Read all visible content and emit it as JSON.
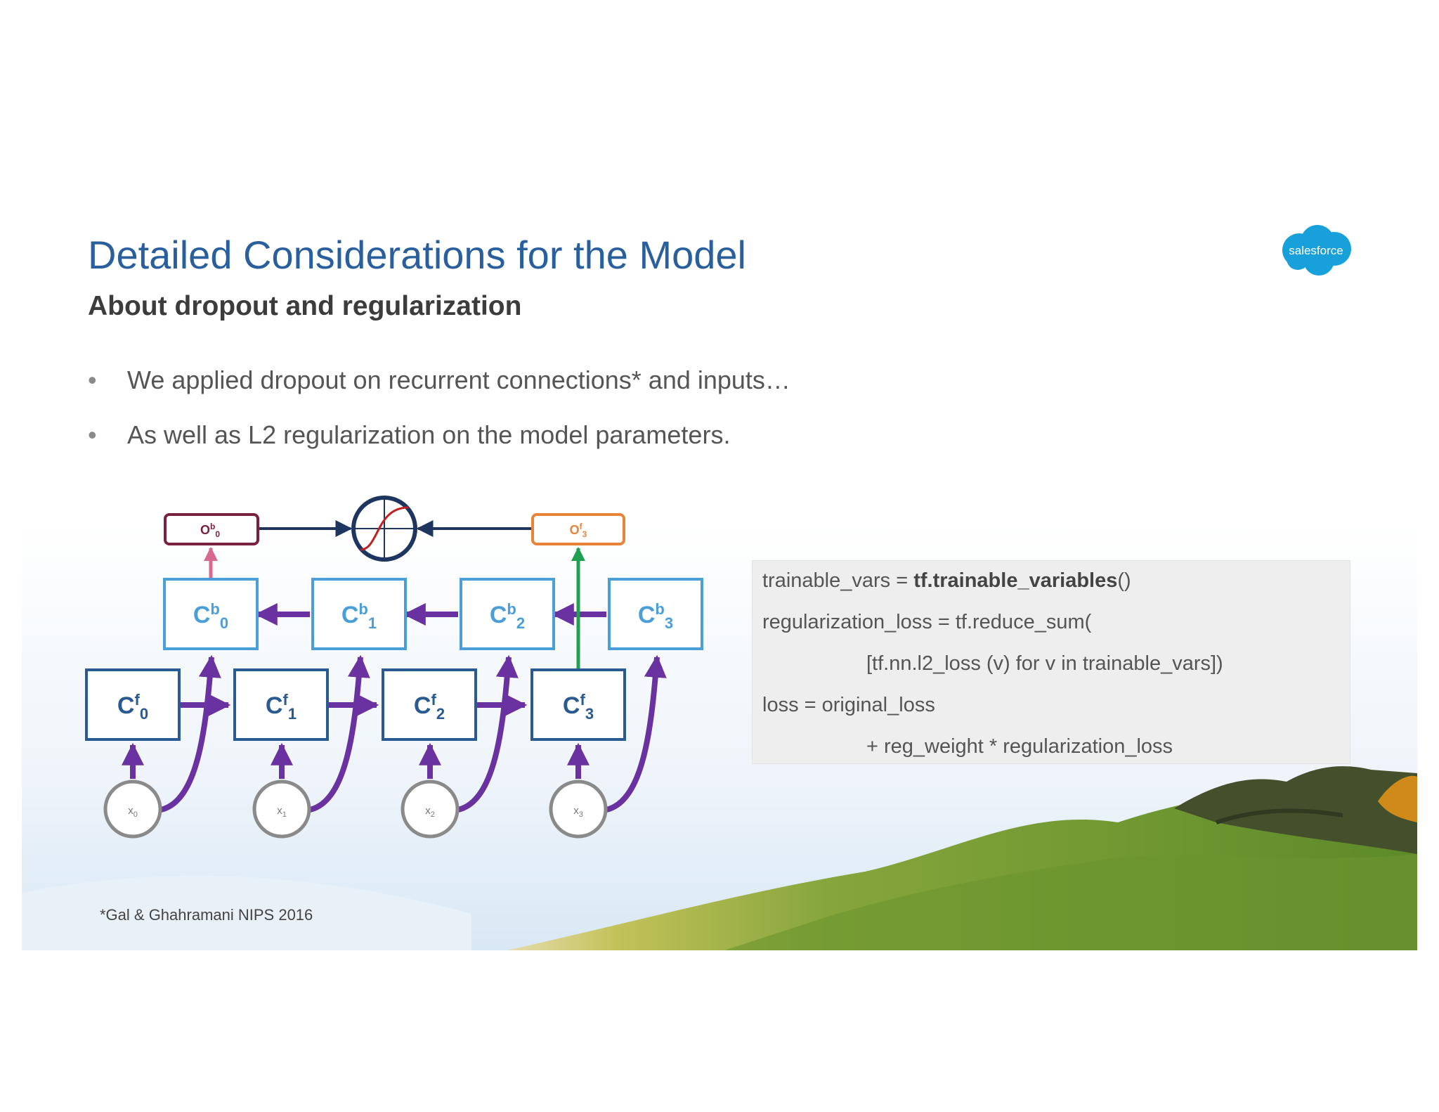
{
  "slide": {
    "title": "Detailed Considerations for the Model",
    "subtitle": "About dropout and regularization",
    "bullets": [
      "We applied dropout on recurrent connections* and inputs…",
      "As well as L2 regularization on the model parameters."
    ],
    "bullet_marker": "•",
    "footnote": "*Gal & Ghahramani NIPS 2016",
    "logo_text": "salesforce"
  },
  "diagram": {
    "output_nodes": [
      {
        "base": "O",
        "sup": "b",
        "sub": "0"
      },
      {
        "base": "O",
        "sup": "f",
        "sub": "3"
      }
    ],
    "backward_cells": [
      {
        "base": "C",
        "sup": "b",
        "sub": "0"
      },
      {
        "base": "C",
        "sup": "b",
        "sub": "1"
      },
      {
        "base": "C",
        "sup": "b",
        "sub": "2"
      },
      {
        "base": "C",
        "sup": "b",
        "sub": "3"
      }
    ],
    "forward_cells": [
      {
        "base": "C",
        "sup": "f",
        "sub": "0"
      },
      {
        "base": "C",
        "sup": "f",
        "sub": "1"
      },
      {
        "base": "C",
        "sup": "f",
        "sub": "2"
      },
      {
        "base": "C",
        "sup": "f",
        "sub": "3"
      }
    ],
    "inputs": [
      {
        "base": "x",
        "sub": "0"
      },
      {
        "base": "x",
        "sub": "1"
      },
      {
        "base": "x",
        "sub": "2"
      },
      {
        "base": "x",
        "sub": "3"
      }
    ],
    "colors": {
      "forward_cell": "#2a5a92",
      "backward_cell": "#4a9fd8",
      "purple_arrow": "#6a32a0",
      "output_b": "#7a2040",
      "output_f": "#e8843a",
      "pink_arrow": "#d86a90",
      "green_arrow": "#20a050",
      "sigmoid_ring": "#1e3560",
      "sigmoid_curve": "#c02020",
      "input_circle": "#8a8a8a"
    }
  },
  "code": {
    "line1_a": "trainable_vars = ",
    "line1_b": "tf.trainable_variables",
    "line1_c": "()",
    "line2": "regularization_loss = tf.reduce_sum(",
    "line3": "[tf.nn.l2_loss (v) for v in trainable_vars])",
    "line4": "loss = original_loss",
    "line5": "+ reg_weight * regularization_loss"
  }
}
